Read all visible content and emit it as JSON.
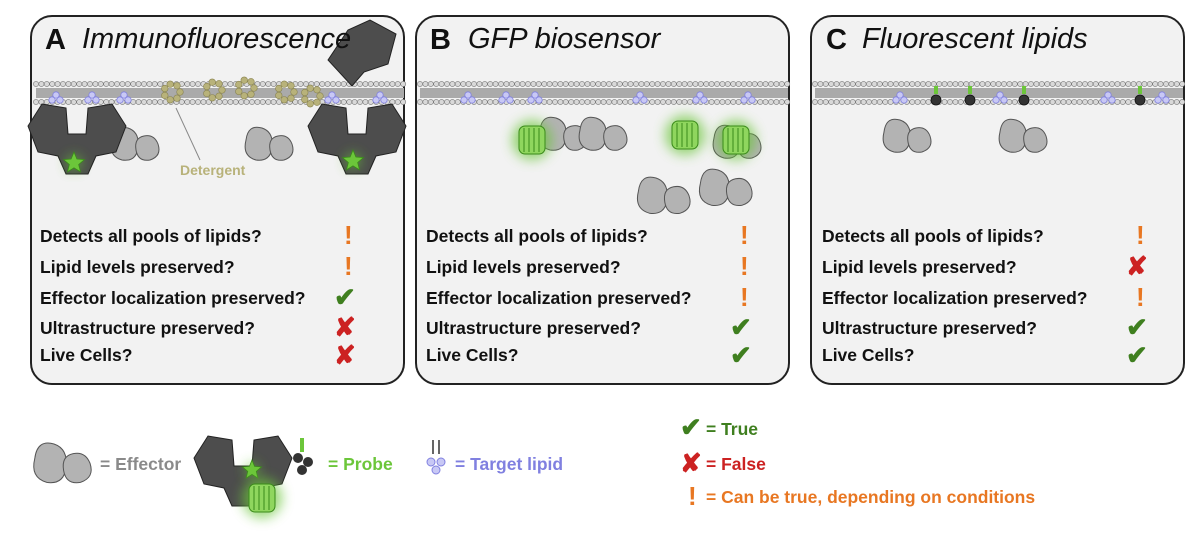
{
  "panels": [
    {
      "letter": "A",
      "title": "Immunofluorescence",
      "marks": [
        "!",
        "!",
        "check",
        "cross",
        "cross"
      ]
    },
    {
      "letter": "B",
      "title": "GFP biosensor",
      "marks": [
        "!",
        "!",
        "!",
        "check",
        "check"
      ]
    },
    {
      "letter": "C",
      "title": "Fluorescent lipids",
      "marks": [
        "!",
        "cross",
        "!",
        "check",
        "check"
      ]
    }
  ],
  "criteria": [
    "Detects all pools of lipids?",
    "Lipid levels preserved?",
    "Effector localization preserved?",
    "Ultrastructure preserved?",
    "Live Cells?"
  ],
  "detergent_label": "Detergent",
  "legend": {
    "effector": "= Effector",
    "probe": "= Probe",
    "target_lipid": "= Target lipid",
    "true": "= True",
    "false": "= False",
    "conditional": "= Can be true, depending on conditions"
  },
  "colors": {
    "check": "#3f7f1f",
    "cross": "#cc2222",
    "bang": "#e87722",
    "probe": "#6cc63a",
    "lipid": "#8080e0",
    "effector": "#b3b3b3",
    "antibody": "#4d4d4d",
    "detergent": "#b8b27a"
  }
}
